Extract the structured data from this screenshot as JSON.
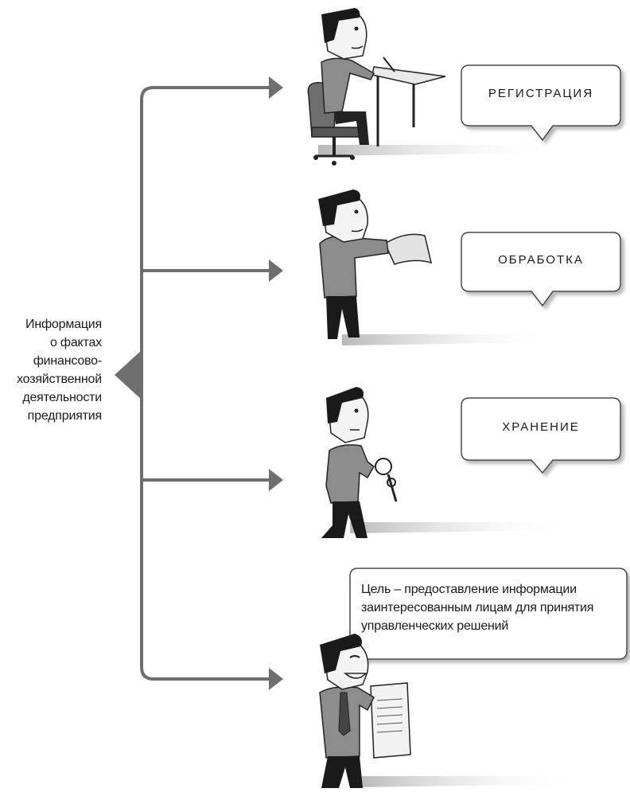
{
  "source": {
    "lines": [
      "Информация",
      "о фактах",
      "финансово-",
      "хозяйственной",
      "деятельности",
      "предприятия"
    ]
  },
  "stages": [
    {
      "label": "РЕГИСТРАЦИЯ",
      "figure": "person-writing-at-desk-icon"
    },
    {
      "label": "ОБРАБОТКА",
      "figure": "person-handing-document-icon"
    },
    {
      "label": "ХРАНЕНИЕ",
      "figure": "person-holding-keys-icon"
    }
  ],
  "goal": {
    "lines": [
      "Цель – предоставление информации",
      "заинтересованным лицам для принятия",
      "управленческих решений"
    ],
    "figure": "smiling-person-with-document-icon"
  },
  "colors": {
    "line": "#6e6e6e",
    "bubble_border": "#4a4a4a",
    "shadow": "#cfcfcf",
    "figure_shirt": "#8c8c8c"
  }
}
